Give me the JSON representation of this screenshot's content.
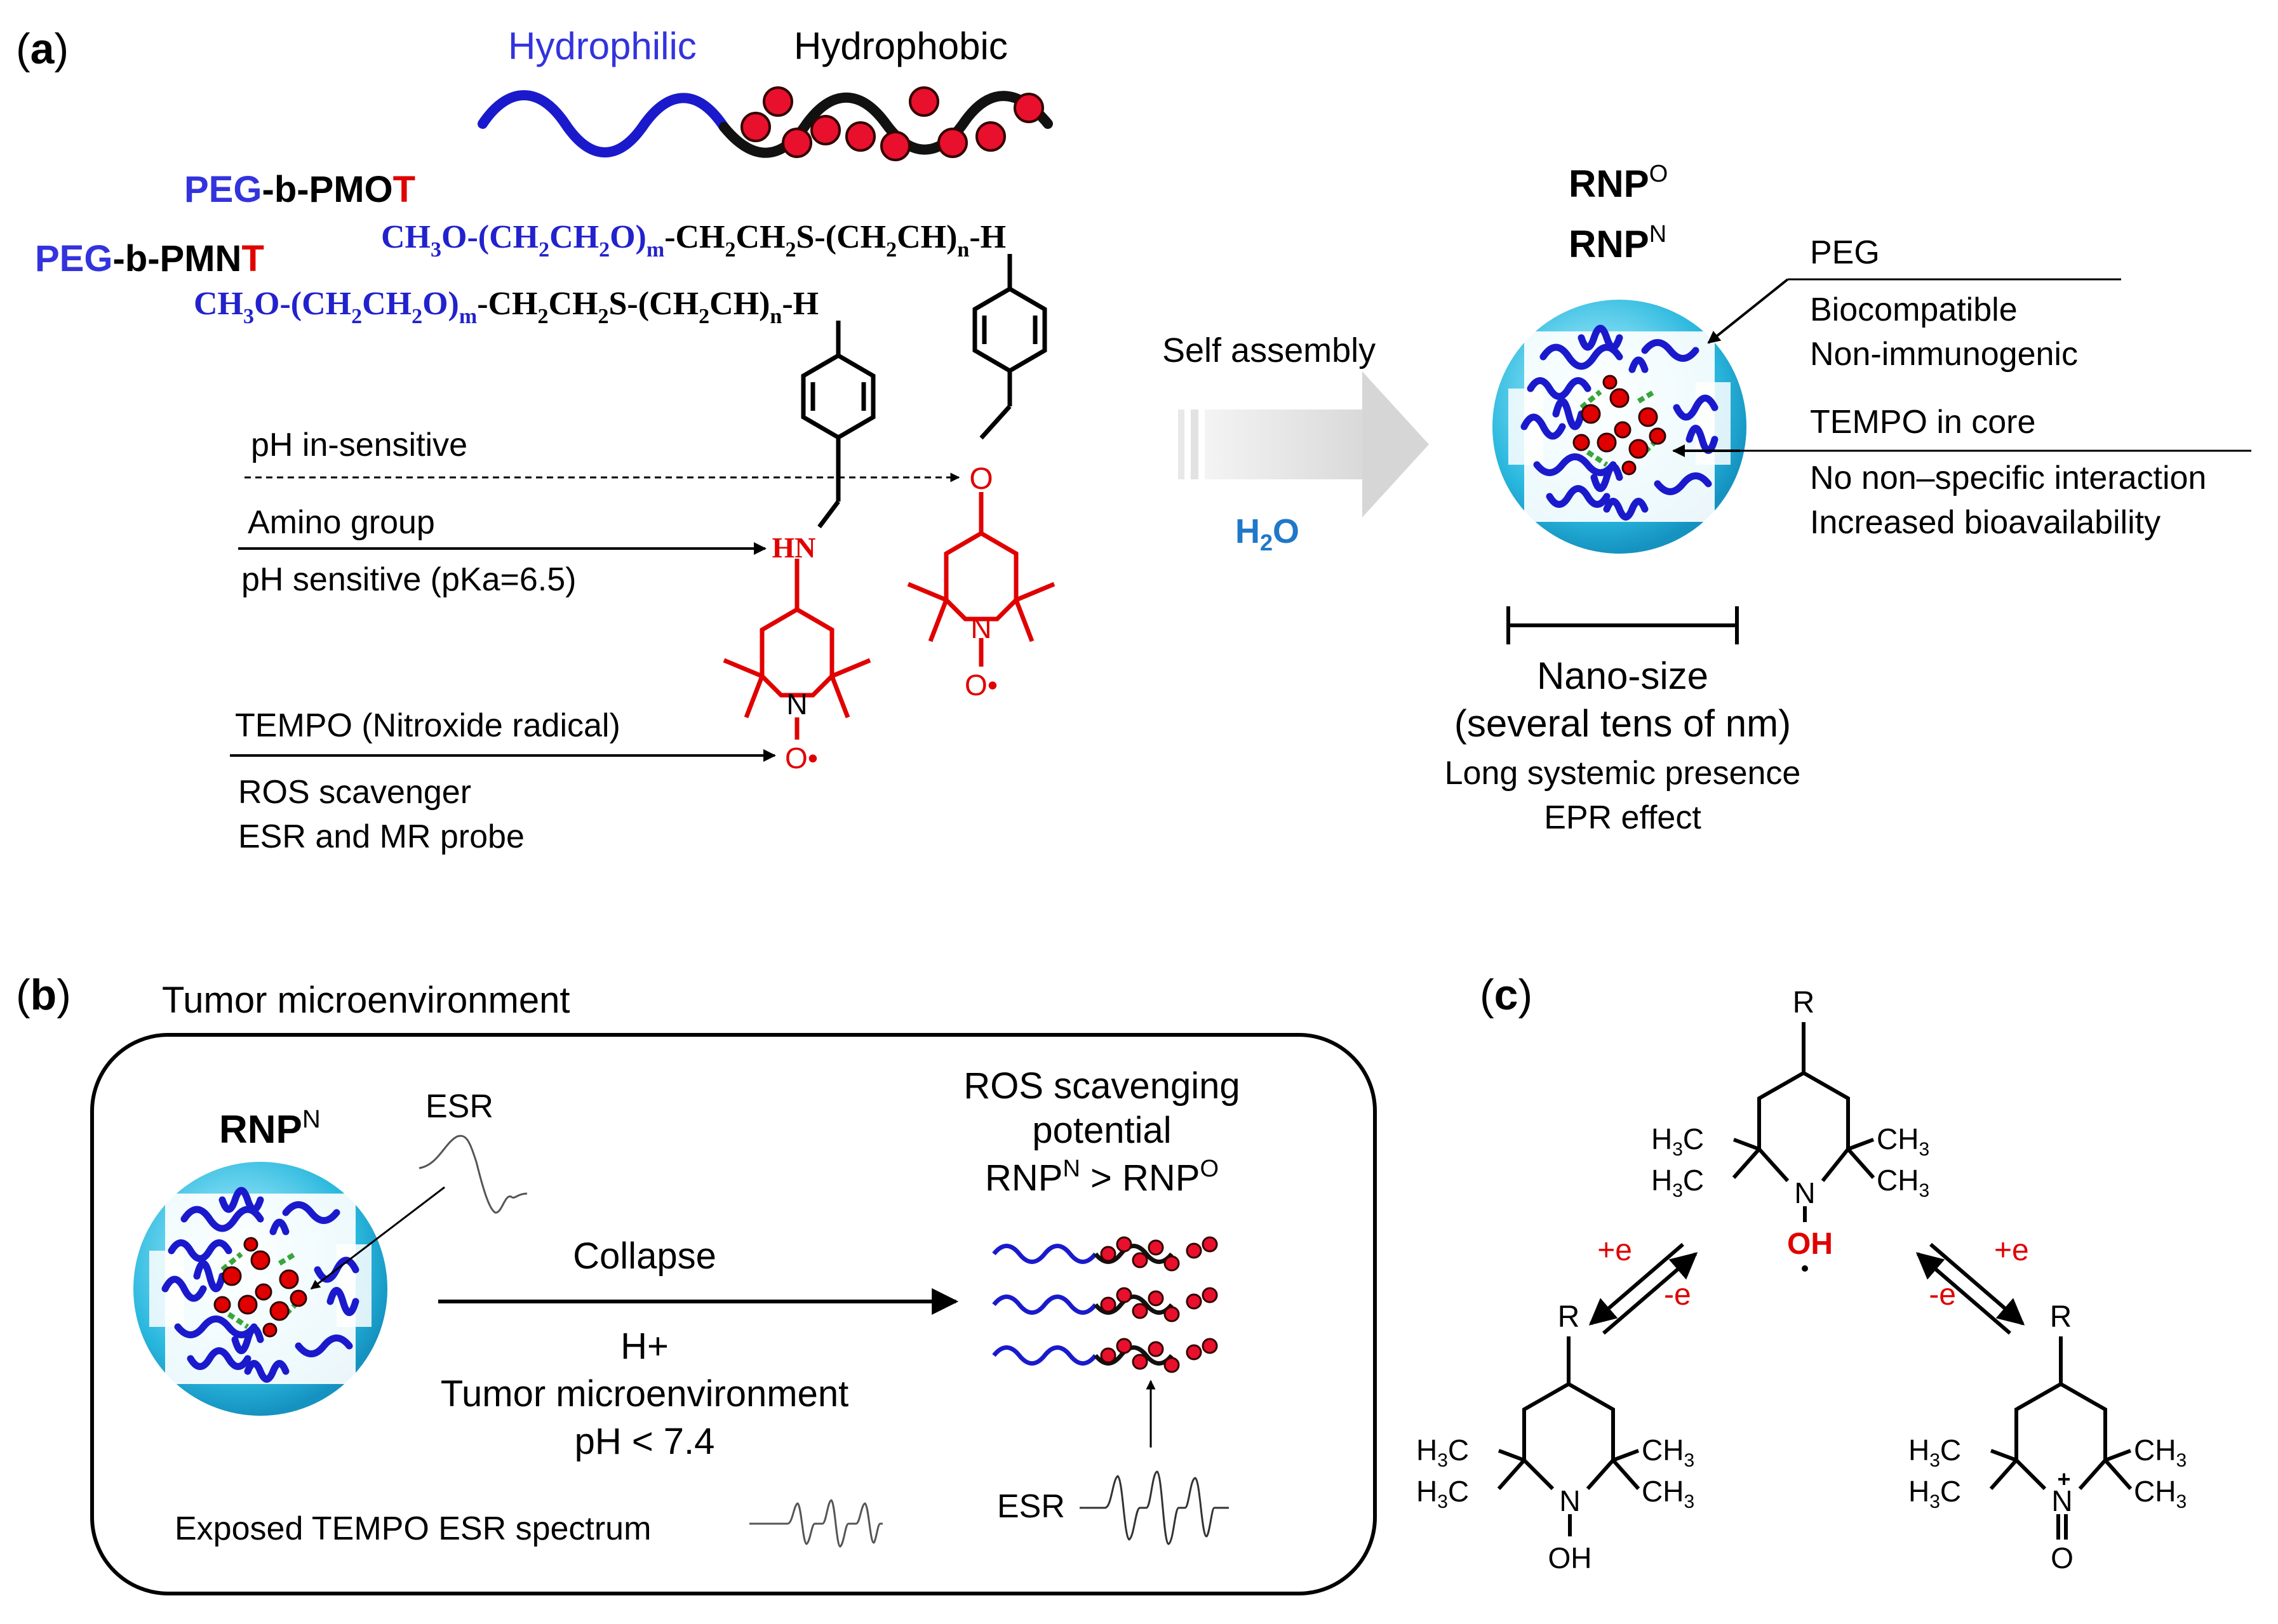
{
  "panel_a": {
    "label_open": "(",
    "label_letter": "a",
    "label_close": ")",
    "hydrophilic": "Hydrophilic",
    "hydrophobic": "Hydrophobic",
    "pmot": {
      "peg": "PEG",
      "mid": "-b-PMO",
      "t": "T"
    },
    "pmnt": {
      "peg": "PEG",
      "mid": "-b-PMN",
      "t": "T"
    },
    "formula": {
      "ch3o": "CH",
      "sub3": "3",
      "o_paren": "O-(CH",
      "sub2a": "2",
      "ch2": "CH",
      "sub2b": "2",
      "o_close": "O)",
      "m": "m",
      "tail_a": "-CH",
      "sub2c": "2",
      "tail_b": "CH",
      "sub2d": "2",
      "tail_c": "S-(CH",
      "sub2e": "2",
      "tail_d": "CH)",
      "n": "n",
      "tail_e": "-H"
    },
    "ph_insensitive": "pH in-sensitive",
    "amino_group": "Amino group",
    "ph_sensitive": "pH sensitive (pKa=6.5)",
    "tempo_label": "TEMPO (Nitroxide radical)",
    "ros_scavenger": "ROS scavenger",
    "esr_mr_probe": "ESR and MR probe",
    "hn": "HN",
    "o_link": "O",
    "n_atom": "N",
    "o_radical": "O•",
    "self_assembly": "Self assembly",
    "h2o_h": "H",
    "h2o_sub": "2",
    "h2o_o": "O",
    "rnp_o": "RNP",
    "rnp_o_sup": "O",
    "rnp_n": "RNP",
    "rnp_n_sup": "N",
    "peg_label": "PEG",
    "biocompatible": "Biocompatible",
    "non_immunogenic": "Non-immunogenic",
    "tempo_in_core": "TEMPO in core",
    "no_nonspecific": "No non–specific interaction",
    "bioavailability": "Increased bioavailability",
    "nano_size": "Nano-size",
    "several_tens": "(several tens of nm)",
    "long_systemic": "Long systemic presence",
    "epr_effect": "EPR effect"
  },
  "panel_b": {
    "label_open": "(",
    "label_letter": "b",
    "label_close": ")",
    "tumor_title": "Tumor microenvironment",
    "rnp_n": "RNP",
    "rnp_n_sup": "N",
    "esr_top": "ESR",
    "collapse": "Collapse",
    "h_plus": "H+",
    "tumor_micro": "Tumor microenvironment",
    "ph_condition": "pH < 7.4",
    "ros_line1": "ROS scavenging",
    "ros_line2": "potential",
    "ros_cmp_a": "RNP",
    "ros_cmp_a_sup": "N",
    "ros_cmp_gt": " > RNP",
    "ros_cmp_b_sup": "O",
    "esr_bottom": "ESR",
    "exposed_tempo": "Exposed TEMPO ESR spectrum"
  },
  "panel_c": {
    "label_open": "(",
    "label_letter": "c",
    "label_close": ")",
    "r": "R",
    "h3c": "H",
    "c_suffix": "C",
    "ch": "CH",
    "sub3": "3",
    "n": "N",
    "oh": "OH",
    "o": "O",
    "plus": "+",
    "plus_e": "+e",
    "minus_e": "-e"
  },
  "colors": {
    "blue_text": "#3333dd",
    "red": "#e00000",
    "teal_sphere": "#2ab8de",
    "h2o_blue": "#1f78c8"
  }
}
